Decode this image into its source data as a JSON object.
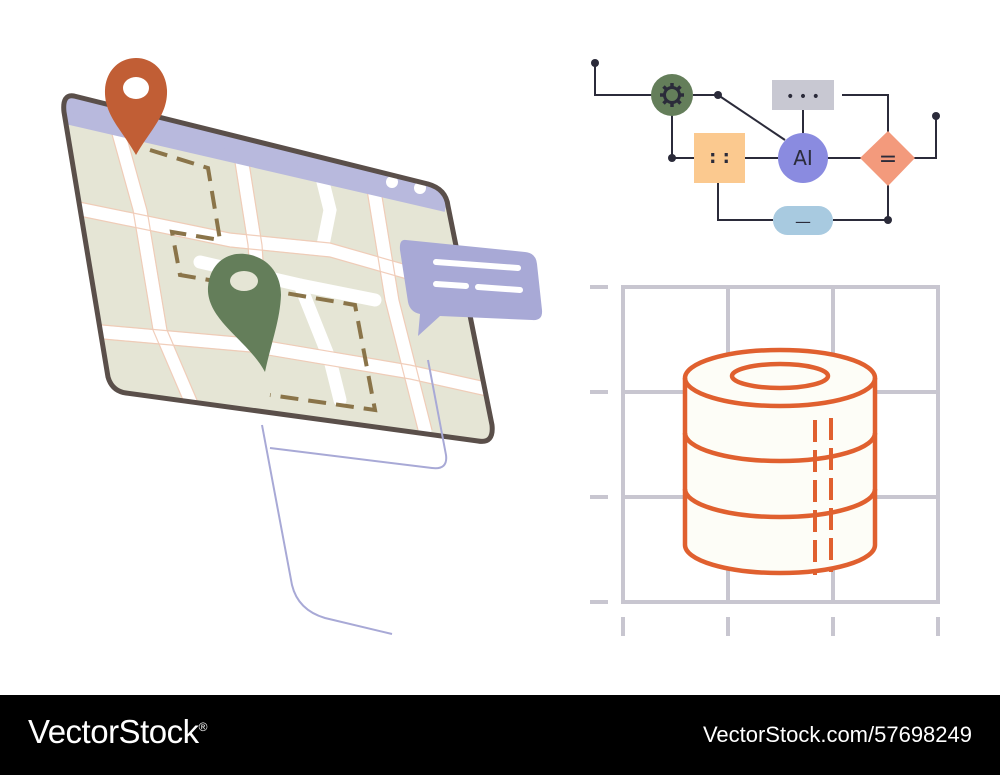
{
  "footer": {
    "brand": "VectorStock",
    "registered_mark": "®",
    "stock_id": "VectorStock.com/57698249"
  },
  "flow_nodes": {
    "gear": "gear-icon",
    "dots_box": "• • •",
    "ai": "AI",
    "grid_box": ":  :",
    "equals": "=",
    "minus": "—"
  },
  "colors": {
    "map_frame": "#5a4f4a",
    "map_header": "#b8b9dd",
    "map_land": "#e5e5d5",
    "pin_orange": "#c15e35",
    "pin_green": "#647e5a",
    "route": "#8a7449",
    "bubble": "#a8a9d6",
    "ai_node": "#8a8be0",
    "gear_node": "#647e5a",
    "peach_node": "#fbc98f",
    "diamond_node": "#f39a7c",
    "pill_node": "#a8cae0",
    "grey_node": "#c8c8d2",
    "grid": "#c8c6d0",
    "database": "#e0602f",
    "footer_bg": "#000000"
  }
}
